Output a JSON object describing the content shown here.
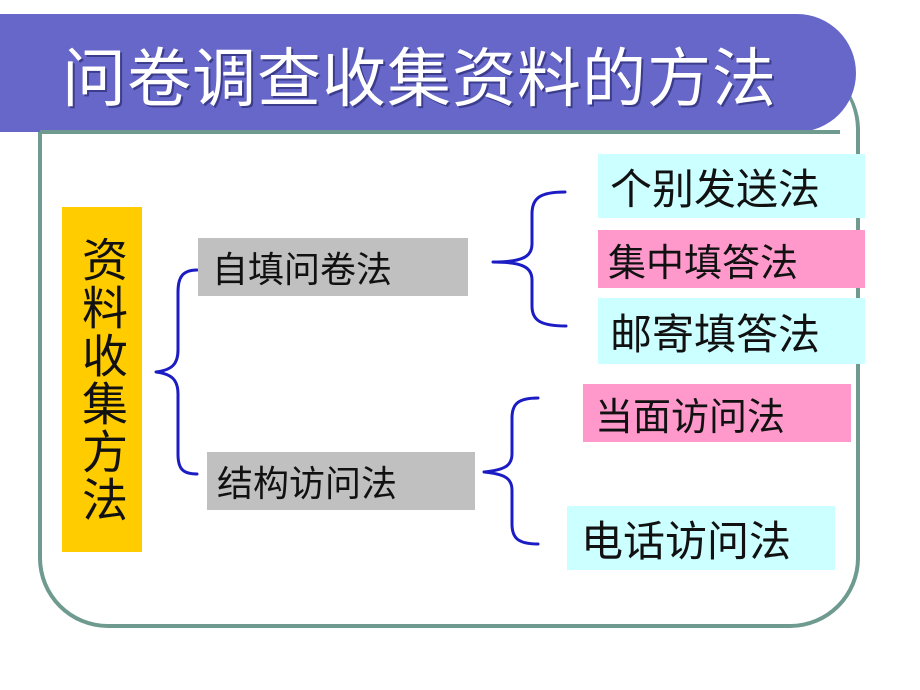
{
  "title": "问卷调查收集资料的方法",
  "root": {
    "label": "资料收集方法"
  },
  "branches": [
    {
      "label": "自填问卷法",
      "children": [
        {
          "label": "个别发送法",
          "color": "#ccffff"
        },
        {
          "label": "集中填答法",
          "color": "#ff99cc"
        },
        {
          "label": "邮寄填答法",
          "color": "#ccffff"
        }
      ]
    },
    {
      "label": "结构访问法",
      "children": [
        {
          "label": "当面访问法",
          "color": "#ff99cc"
        },
        {
          "label": "电话访问法",
          "color": "#ccffff"
        }
      ]
    }
  ],
  "colors": {
    "title_bar": "#6667c8",
    "frame": "#6f9a90",
    "root_box": "#ffcc00",
    "branch_box": "#c0c0c0",
    "brace": "#1c1cc4"
  }
}
